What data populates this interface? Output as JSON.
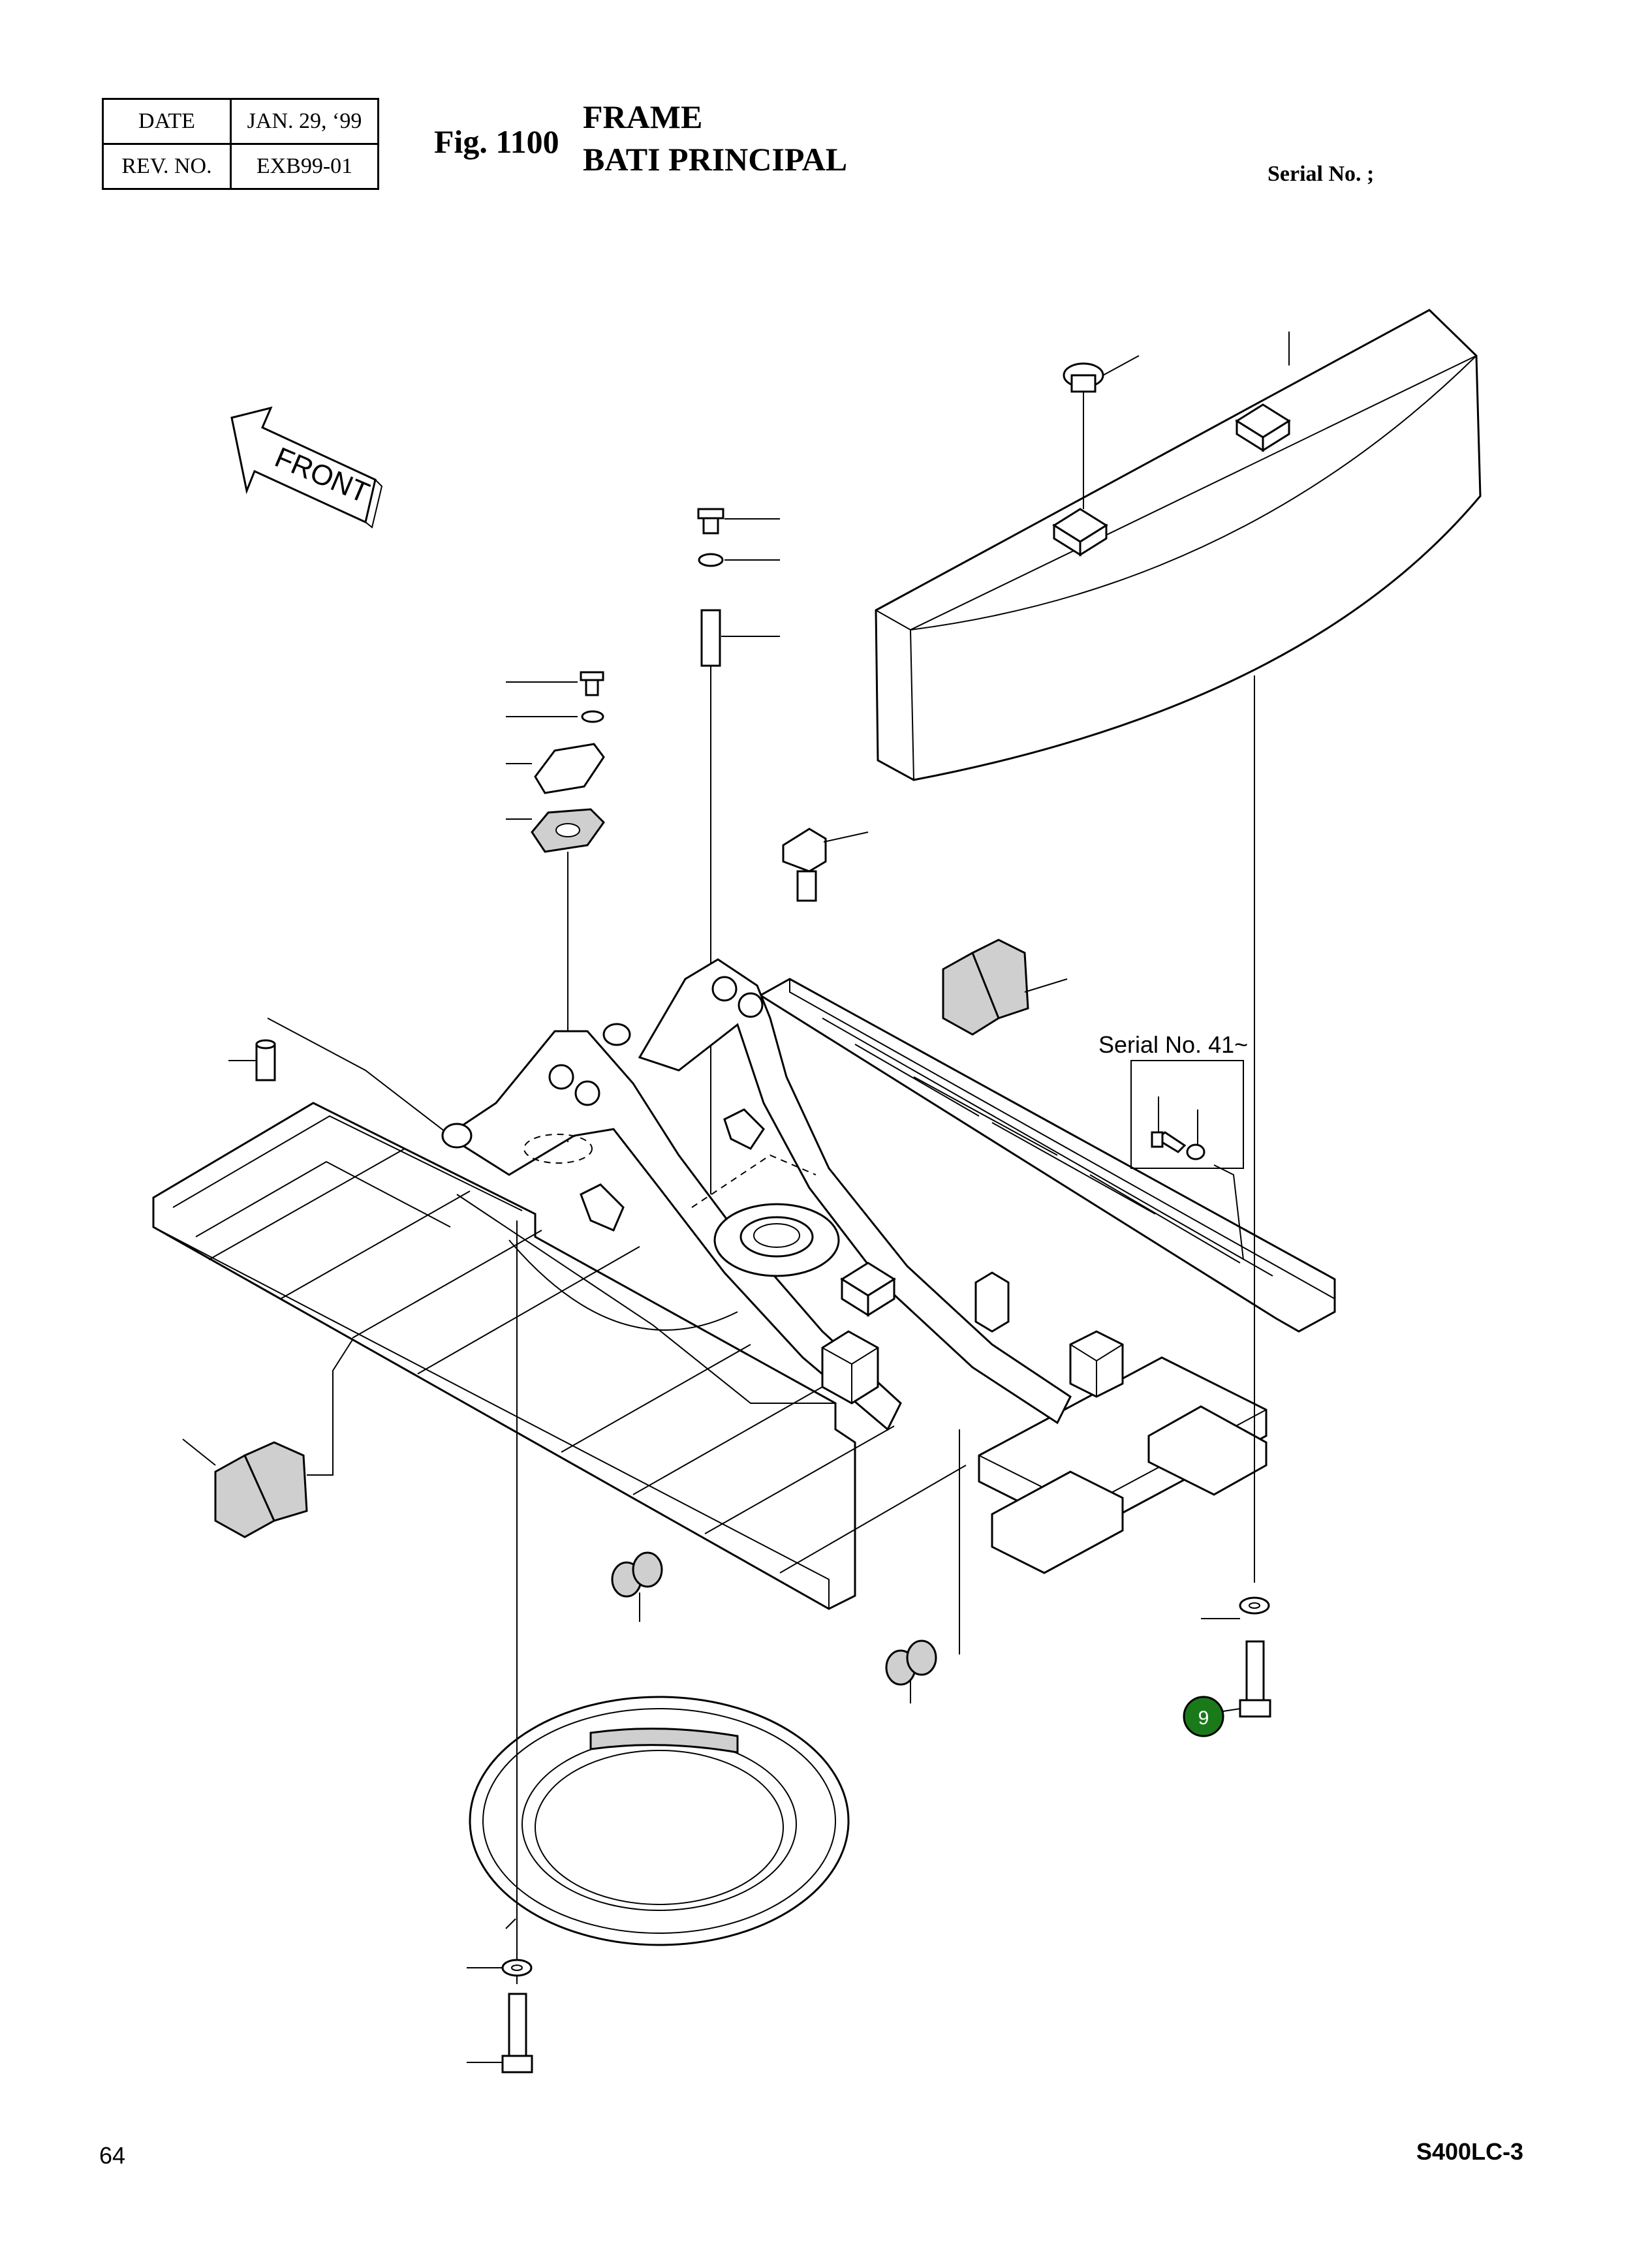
{
  "header": {
    "date_label": "DATE",
    "date_value": "JAN. 29, ‘99",
    "rev_label": "REV. NO.",
    "rev_value": "EXB99-01"
  },
  "figure": {
    "number": "Fig. 1100",
    "title_en": "FRAME",
    "title_fr": "BATI PRINCIPAL"
  },
  "serial_label": "Serial No. ;",
  "front_arrow_label": "FRONT",
  "serial_callout": "Serial No. 41~",
  "highlighted_callout": {
    "label": "9",
    "color": "#1a7a1a"
  },
  "footer": {
    "page_number": "64",
    "model": "S400LC-3"
  },
  "colors": {
    "line": "#000000",
    "pad_fill": "#cfcfcf",
    "callout_fill": "#1a7a1a"
  }
}
